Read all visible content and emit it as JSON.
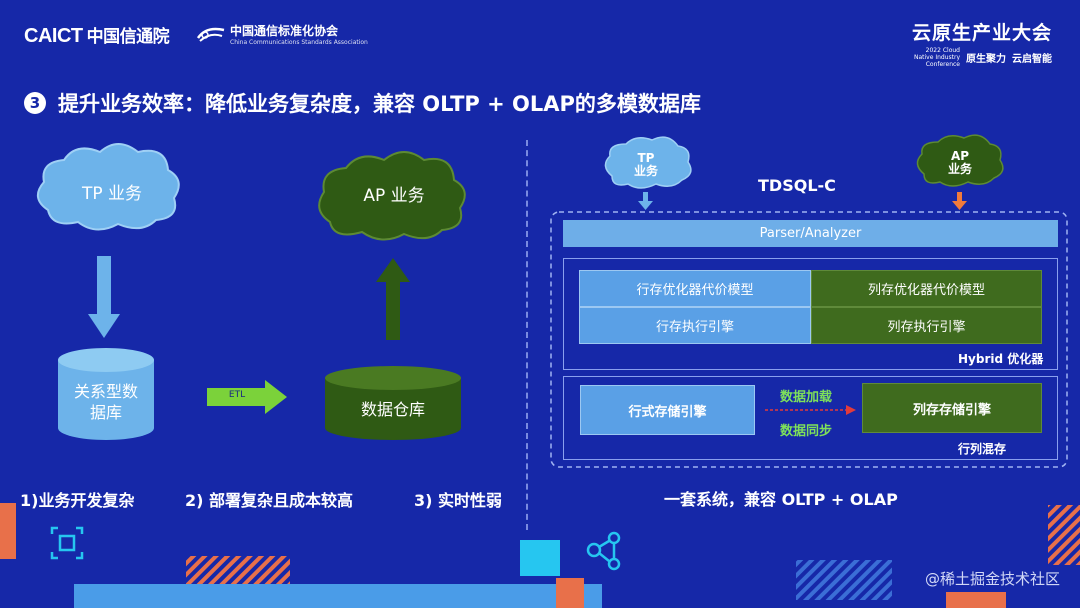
{
  "header": {
    "logo_caict": "CAICT",
    "logo_caict_cn": "中国信通院",
    "logo_ccsa_cn": "中国通信标准化协会",
    "logo_ccsa_en": "China Communications Standards Association",
    "conference": "云原生产业大会",
    "conference_en": "2022 Cloud Native Industry Conference",
    "conference_slogan_1": "原生聚力",
    "conference_slogan_2": "云启智能"
  },
  "slide": {
    "number": "3",
    "title": "提升业务效率：降低业务复杂度，兼容 OLTP + OLAP的多模数据库"
  },
  "left": {
    "tp_cloud": "TP 业务",
    "ap_cloud": "AP 业务",
    "db_line1": "关系型数",
    "db_line2": "据库",
    "etl": "ETL",
    "warehouse": "数据仓库",
    "pain_1": "1)业务开发复杂",
    "pain_2": "2) 部署复杂且成本较高",
    "pain_3": "3) 实时性弱"
  },
  "right": {
    "tp_cloud_1": "TP",
    "tp_cloud_2": "业务",
    "ap_cloud_1": "AP",
    "ap_cloud_2": "业务",
    "system_name": "TDSQL-C",
    "parser": "Parser/Analyzer",
    "row_optimizer": "行存优化器代价模型",
    "col_optimizer": "列存优化器代价模型",
    "row_executor": "行存执行引擎",
    "col_executor": "列存执行引擎",
    "hybrid_label": "Hybrid 优化器",
    "row_storage": "行式存储引擎",
    "col_storage": "列存存储引擎",
    "data_load": "数据加载",
    "data_sync": "数据同步",
    "mixed_label": "行列混存",
    "summary": "一套系统，兼容 OLTP + OLAP"
  },
  "footer": {
    "watermark": "@稀土掘金技术社区"
  },
  "colors": {
    "background": "#1628a8",
    "blue_cell": "#5aa0e6",
    "green_cell": "#3f6b1e",
    "cloud_blue": "#6db3ea",
    "cloud_green": "#2f5a14",
    "etl_arrow": "#7bd23a"
  }
}
